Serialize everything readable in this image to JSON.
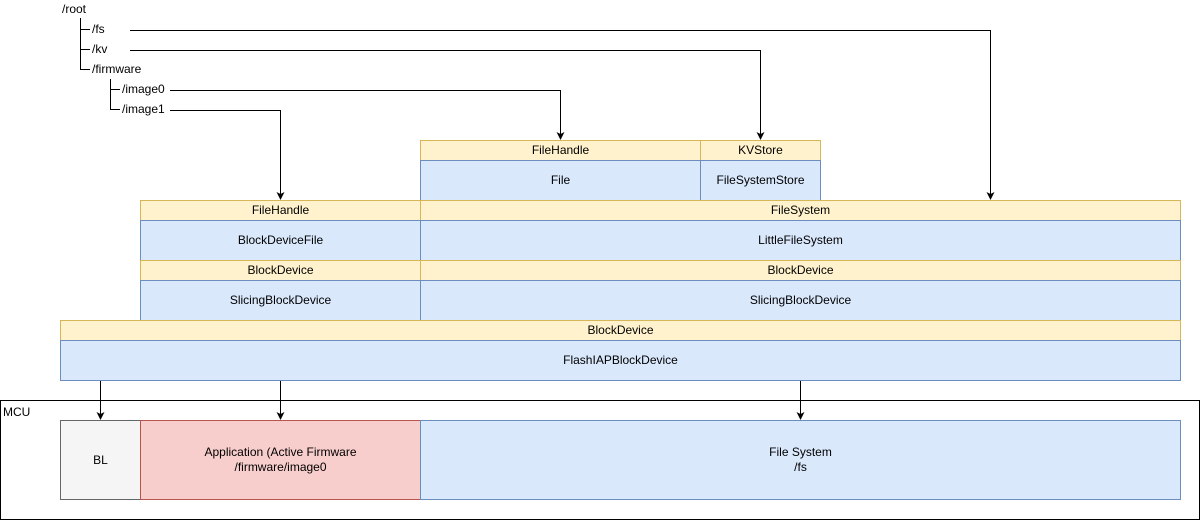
{
  "tree": {
    "root": "/root",
    "fs": "/fs",
    "kv": "/kv",
    "firmware": "/firmware",
    "image0": "/image0",
    "image1": "/image1"
  },
  "top_layer": {
    "filehandle": "FileHandle",
    "file": "File",
    "kvstore": "KVStore",
    "filesystemstore": "FileSystemStore"
  },
  "left_stack": {
    "filehandle": "FileHandle",
    "blockdevicefile": "BlockDeviceFile",
    "blockdevice": "BlockDevice",
    "slicing": "SlicingBlockDevice"
  },
  "right_stack": {
    "filesystem": "FileSystem",
    "littlefs": "LittleFileSystem",
    "blockdevice": "BlockDevice",
    "slicing": "SlicingBlockDevice"
  },
  "base": {
    "blockdevice": "BlockDevice",
    "flashiap": "FlashIAPBlockDevice"
  },
  "mcu": {
    "label": "MCU",
    "bl": "BL",
    "app_line1": "Application (Active Firmware",
    "app_line2": "/firmware/image0",
    "fs_line1": "File System",
    "fs_line2": "/fs"
  },
  "colors": {
    "header_fill": "#fff2cc",
    "header_stroke": "#d6b656",
    "body_fill": "#dae8fc",
    "body_stroke": "#6c8ebf",
    "app_fill": "#f8cecc",
    "app_stroke": "#b85450",
    "bl_fill": "#f5f5f5",
    "bl_stroke": "#666666"
  }
}
